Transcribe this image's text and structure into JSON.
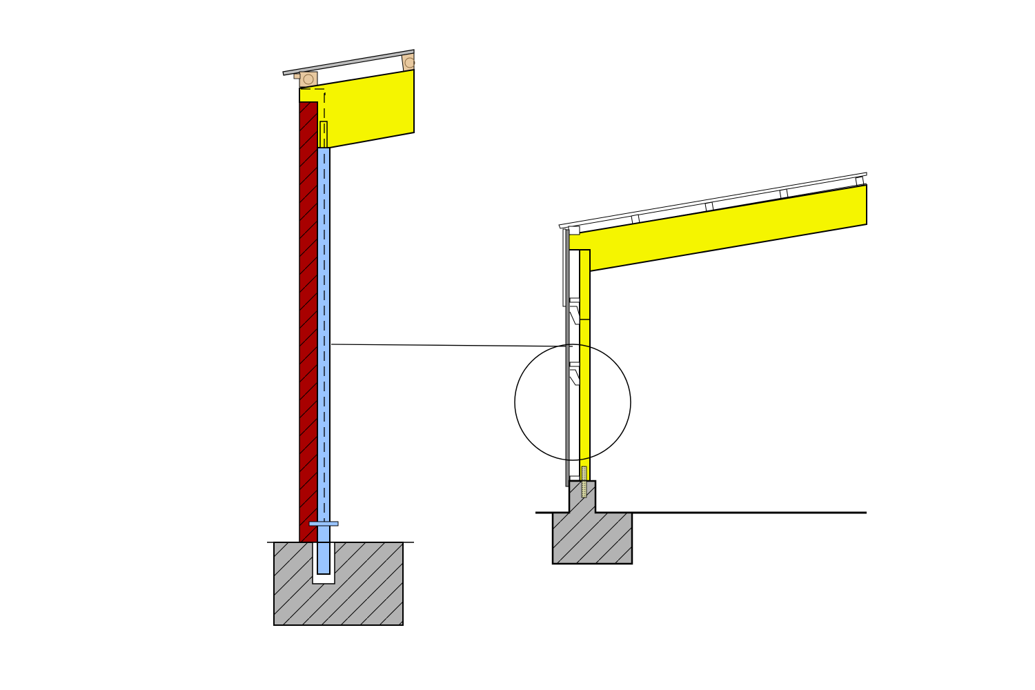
{
  "drawing": {
    "type": "construction-section-details",
    "views": [
      "wall-section-detail",
      "building-section"
    ]
  },
  "colors": {
    "timber": "#f5f500",
    "brick": "#a80000",
    "steel_post": "#99c4ff",
    "concrete": "#b3b3b3",
    "roof_sheet": "#bdbdbd",
    "batten": "#e8c9a0",
    "line": "#000000"
  }
}
